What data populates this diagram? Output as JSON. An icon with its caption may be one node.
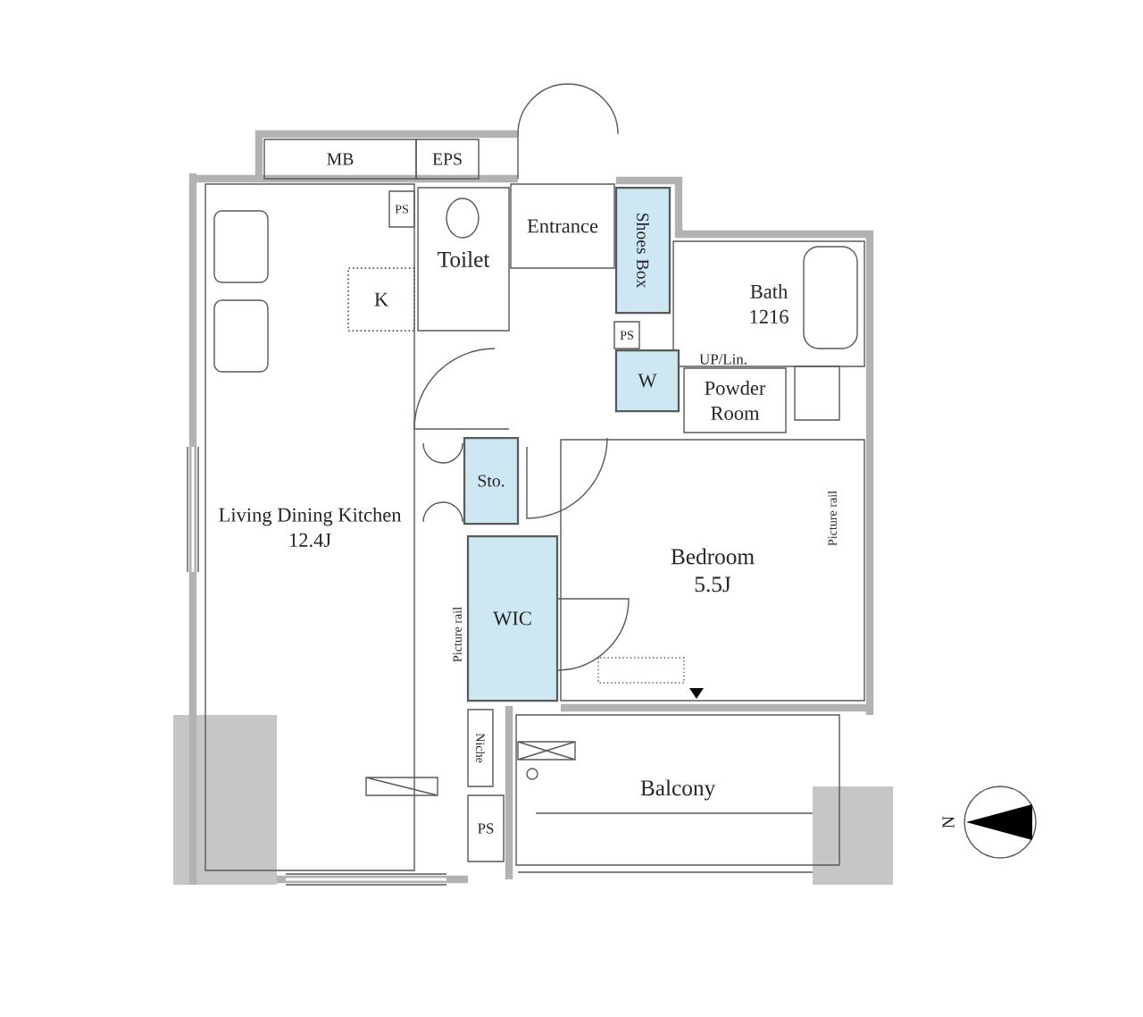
{
  "diagram": {
    "nodes": [
      {
        "text": [
          "MB"
        ]
      },
      {
        "text": [
          "EPS"
        ]
      },
      {
        "text": [
          "Living Dining Kitchen",
          "12.4J"
        ]
      },
      {
        "text": [
          "PS"
        ],
        "in": 2
      },
      {
        "text": [
          "Toilet"
        ]
      },
      {
        "text": [
          "Entrance"
        ]
      },
      {
        "text": [
          "Shoes Box"
        ]
      },
      {
        "text": [
          "K"
        ],
        "in": 2
      },
      {
        "text": [
          "Bath",
          "1216"
        ]
      },
      {
        "text": [
          "PS"
        ]
      },
      {
        "text": [
          "W"
        ]
      },
      {
        "text": [
          "Powder Room"
        ]
      },
      {
        "text": [
          "Sto."
        ]
      },
      {
        "text": [
          "Bedroom",
          "5.5J"
        ]
      },
      {
        "text": [
          "WIC"
        ]
      },
      {
        "text": [
          "Niche"
        ]
      },
      {
        "text": [
          "PS"
        ]
      },
      {
        "text": [
          "Balcony"
        ]
      }
    ],
    "labels": [
      "UP/Lin.",
      "Picture rail",
      "Picture rail",
      "N"
    ]
  }
}
